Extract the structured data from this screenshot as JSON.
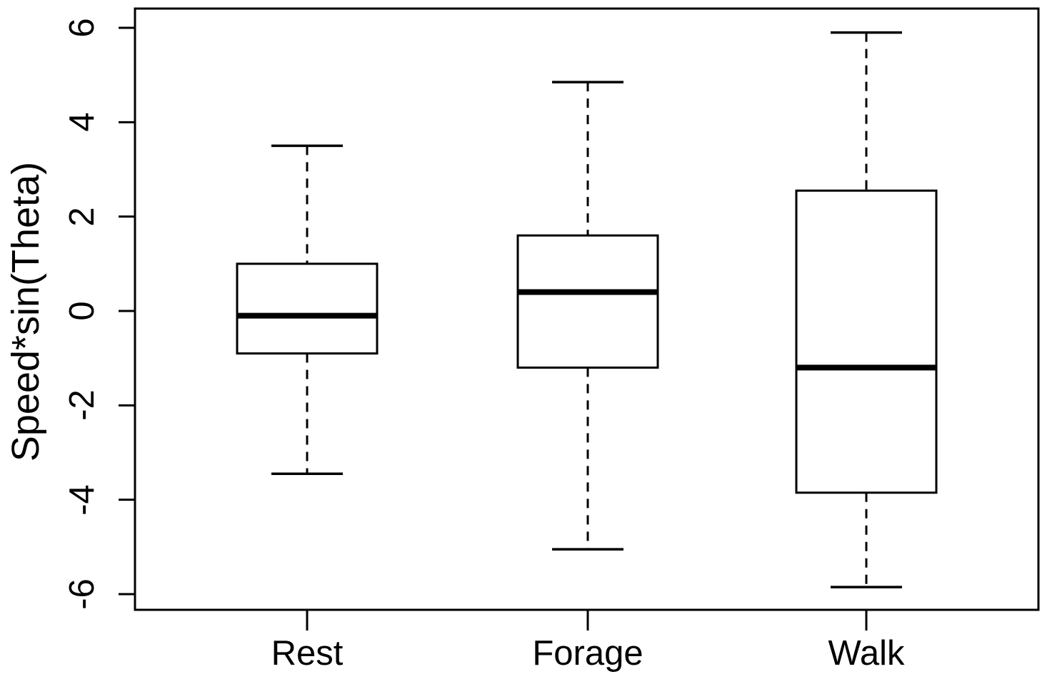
{
  "chart_data": {
    "type": "boxplot",
    "title": "",
    "xlabel": "",
    "ylabel": "Speed*sin(Theta)",
    "categories": [
      "Rest",
      "Forage",
      "Walk"
    ],
    "yticks": [
      6,
      4,
      2,
      0,
      -2,
      -4,
      -6
    ],
    "ytick_labels": [
      "6",
      "4",
      "2",
      "0",
      "-2",
      "-4",
      "-6"
    ],
    "ylim": [
      -6.4,
      6.4
    ],
    "grid": false,
    "legend": false,
    "colors": {
      "line": "#000000",
      "fill": "#ffffff",
      "background": "#ffffff"
    },
    "series": [
      {
        "name": "Rest",
        "whisker_low": -3.45,
        "q1": -0.9,
        "median": -0.1,
        "q3": 1.0,
        "whisker_high": 3.5
      },
      {
        "name": "Forage",
        "whisker_low": -5.05,
        "q1": -1.2,
        "median": 0.4,
        "q3": 1.6,
        "whisker_high": 4.85
      },
      {
        "name": "Walk",
        "whisker_low": -5.85,
        "q1": -3.85,
        "median": -1.2,
        "q3": 2.55,
        "whisker_high": 5.9
      }
    ]
  }
}
